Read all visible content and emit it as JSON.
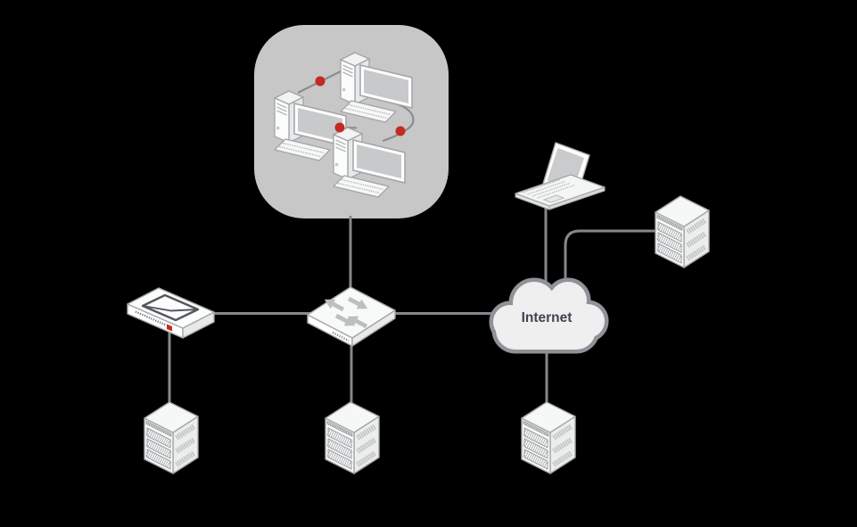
{
  "scene": {
    "background": "#000000",
    "lan_zone": {
      "fill": "#C7C7C8",
      "workstation_count": 3,
      "alert_marker_count": 3
    },
    "cloud": {
      "label": "Internet"
    },
    "colors": {
      "connector": "#85888B",
      "accent_red": "#C22B1F",
      "device_fill": "#FAFBFB",
      "device_stroke": "#A5A7AA",
      "screen_gray": "#C7C9CB",
      "cloud_fill": "#EFEFF0",
      "cloud_stroke": "#8F9296",
      "label_text": "#3F4450"
    },
    "nodes": [
      {
        "id": "lan-zone",
        "icon": "workstation-icon",
        "count": 3
      },
      {
        "id": "laptop",
        "icon": "laptop-icon"
      },
      {
        "id": "remote-server",
        "icon": "server-icon"
      },
      {
        "id": "internet",
        "icon": "cloud-icon",
        "label": "Internet"
      },
      {
        "id": "switch",
        "icon": "switch-icon"
      },
      {
        "id": "mail-gateway",
        "icon": "mail-appliance-icon"
      },
      {
        "id": "server-a",
        "icon": "server-icon"
      },
      {
        "id": "server-b",
        "icon": "server-icon"
      },
      {
        "id": "server-c",
        "icon": "server-icon"
      }
    ],
    "links": [
      {
        "from": "lan-zone",
        "to": "switch"
      },
      {
        "from": "mail-gateway",
        "to": "switch"
      },
      {
        "from": "switch",
        "to": "internet"
      },
      {
        "from": "mail-gateway",
        "to": "server-a"
      },
      {
        "from": "switch",
        "to": "server-b"
      },
      {
        "from": "internet",
        "to": "server-c"
      },
      {
        "from": "laptop",
        "to": "internet"
      },
      {
        "from": "remote-server",
        "to": "internet"
      }
    ]
  }
}
